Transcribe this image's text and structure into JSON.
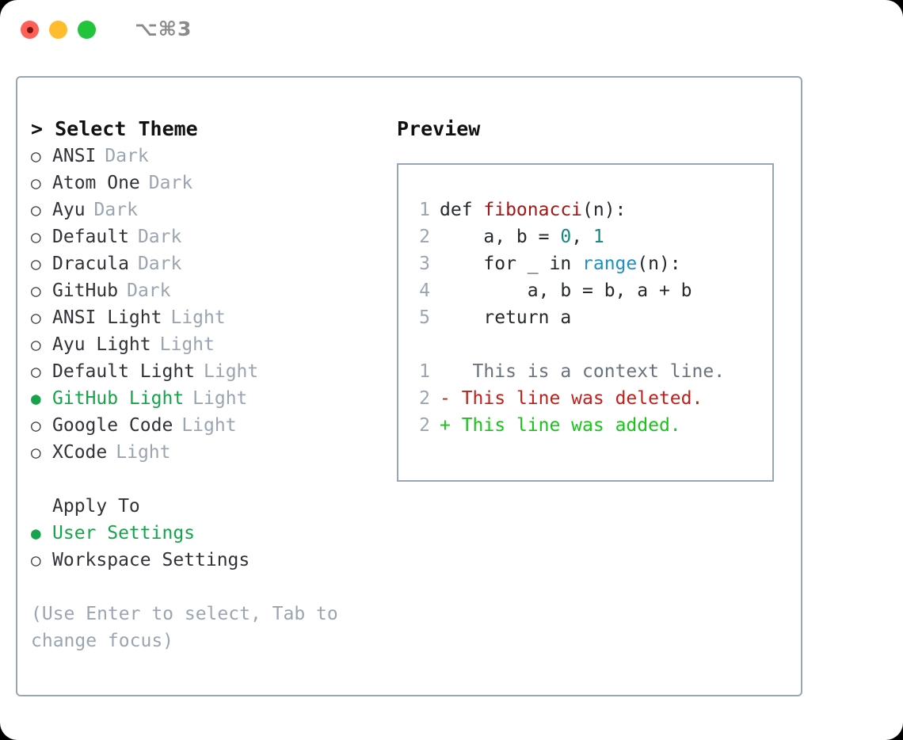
{
  "window": {
    "shortcut": "⌥⌘3",
    "traffic_lights": [
      {
        "name": "close",
        "color": "#ff6159"
      },
      {
        "name": "minimize",
        "color": "#ffbd2e"
      },
      {
        "name": "maximize",
        "color": "#22c43c"
      }
    ]
  },
  "colors": {
    "accent_green": "#16a34a",
    "diff_add": "#19c419",
    "diff_del": "#c0201a",
    "muted": "#9aa5b1",
    "border": "#9aa5b4",
    "text": "#2f3338",
    "code_fn": "#a01818",
    "code_num": "#0e8a7d",
    "code_builtin": "#1d8fc4"
  },
  "theme_panel": {
    "heading": "> Select Theme",
    "marker_selected": "●",
    "marker_unselected": "○",
    "items": [
      {
        "label": "ANSI",
        "kind": "Dark",
        "selected": false
      },
      {
        "label": "Atom One",
        "kind": "Dark",
        "selected": false
      },
      {
        "label": "Ayu",
        "kind": "Dark",
        "selected": false
      },
      {
        "label": "Default",
        "kind": "Dark",
        "selected": false
      },
      {
        "label": "Dracula",
        "kind": "Dark",
        "selected": false
      },
      {
        "label": "GitHub",
        "kind": "Dark",
        "selected": false
      },
      {
        "label": "ANSI Light",
        "kind": "Light",
        "selected": false
      },
      {
        "label": "Ayu Light",
        "kind": "Light",
        "selected": false
      },
      {
        "label": "Default Light",
        "kind": "Light",
        "selected": false
      },
      {
        "label": "GitHub Light",
        "kind": "Light",
        "selected": true
      },
      {
        "label": "Google Code",
        "kind": "Light",
        "selected": false
      },
      {
        "label": "XCode",
        "kind": "Light",
        "selected": false
      }
    ]
  },
  "apply_to": {
    "heading": "Apply To",
    "items": [
      {
        "label": "User Settings",
        "selected": true
      },
      {
        "label": "Workspace Settings",
        "selected": false
      }
    ]
  },
  "hint": "(Use Enter to select, Tab to change focus)",
  "preview": {
    "title": "Preview",
    "code_lines": [
      {
        "number": "1",
        "tokens": [
          {
            "text": "def ",
            "style": "plain"
          },
          {
            "text": "fibonacci",
            "style": "fn"
          },
          {
            "text": "(n):",
            "style": "plain"
          }
        ]
      },
      {
        "number": "2",
        "tokens": [
          {
            "text": "    a, b = ",
            "style": "plain"
          },
          {
            "text": "0",
            "style": "num"
          },
          {
            "text": ", ",
            "style": "plain"
          },
          {
            "text": "1",
            "style": "num"
          }
        ]
      },
      {
        "number": "3",
        "tokens": [
          {
            "text": "    for _ in ",
            "style": "plain"
          },
          {
            "text": "range",
            "style": "blue"
          },
          {
            "text": "(n):",
            "style": "plain"
          }
        ]
      },
      {
        "number": "4",
        "tokens": [
          {
            "text": "        a, b = b, a + b",
            "style": "plain"
          }
        ]
      },
      {
        "number": "5",
        "tokens": [
          {
            "text": "    return a",
            "style": "plain"
          }
        ]
      }
    ],
    "diff_lines": [
      {
        "number": "1",
        "marker": " ",
        "text": "  This is a context line.",
        "kind": "context"
      },
      {
        "number": "2",
        "marker": "-",
        "text": " This line was deleted.",
        "kind": "deleted"
      },
      {
        "number": "2",
        "marker": "+",
        "text": " This line was added.",
        "kind": "added"
      }
    ]
  }
}
